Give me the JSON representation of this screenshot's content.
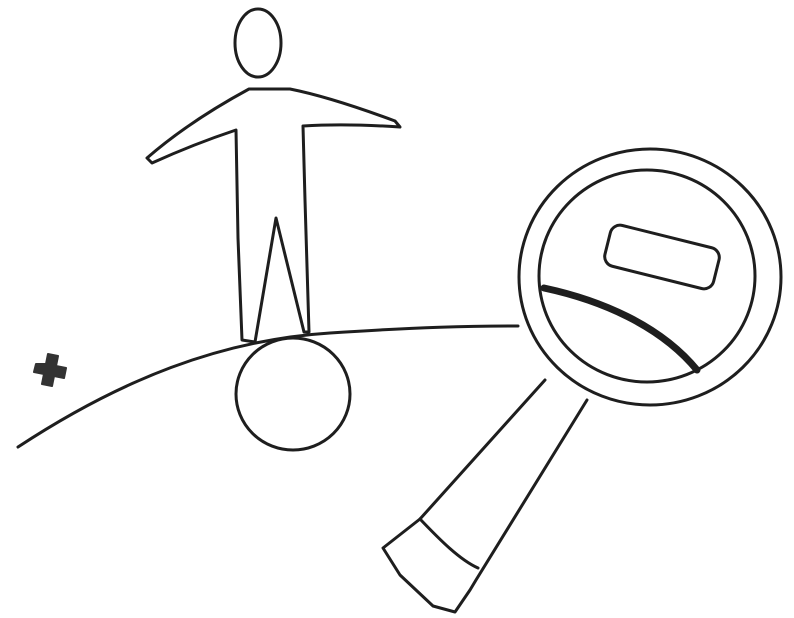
{
  "colors": {
    "background": "#ffffff",
    "ink": "#1e1e1e",
    "marker": "#333333"
  },
  "illustration": {
    "elements": [
      "stick-figure",
      "ball",
      "curved-horizon-line",
      "plus-mark-icon",
      "magnifying-glass-icon"
    ]
  }
}
